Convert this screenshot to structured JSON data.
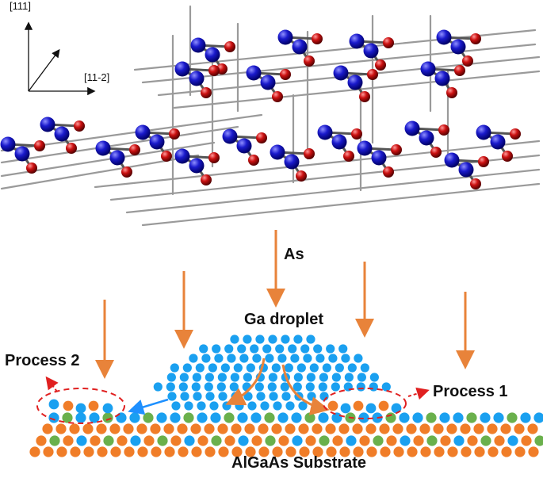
{
  "axes": {
    "vertical_label": "[111]",
    "horizontal_label": "[11-2]"
  },
  "arrow_label": "As",
  "droplet_label": "Ga droplet",
  "process_left": "Process 2",
  "process_right": "Process 1",
  "substrate_label": "AlGaAs Substrate",
  "colors": {
    "ga_atom": "#1a1acc",
    "as_atom": "#cc1111",
    "bond": "#9a9a9a",
    "droplet_atom": "#1aa0f0",
    "substrate_orange": "#f07d28",
    "substrate_green": "#6ab04c",
    "deposition_arrow": "#e8833a",
    "process_dashes": "#e02020",
    "migration_arrow": "#1e90ff"
  }
}
